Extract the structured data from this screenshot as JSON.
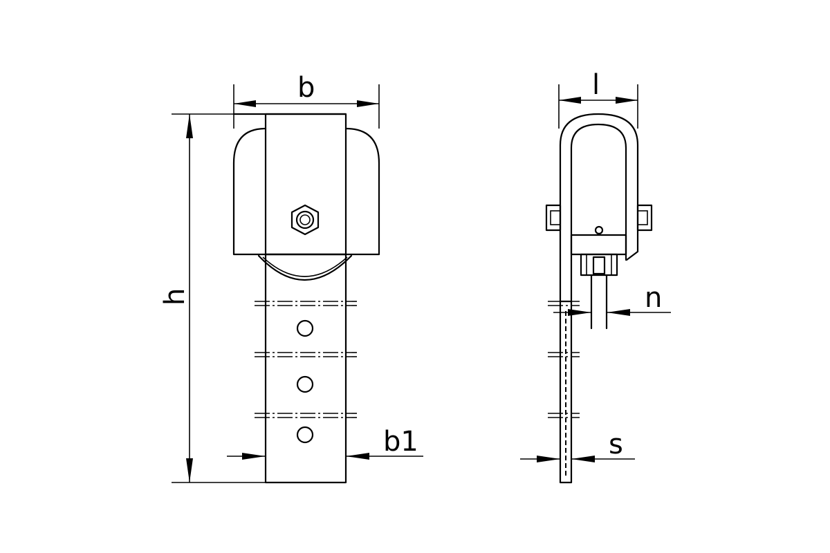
{
  "dimensions": {
    "width": "b",
    "height": "h",
    "strap_width": "b1",
    "side_length": "l",
    "gap": "n",
    "thickness": "s"
  },
  "colors": {
    "line": "#000000",
    "background": "#ffffff"
  }
}
